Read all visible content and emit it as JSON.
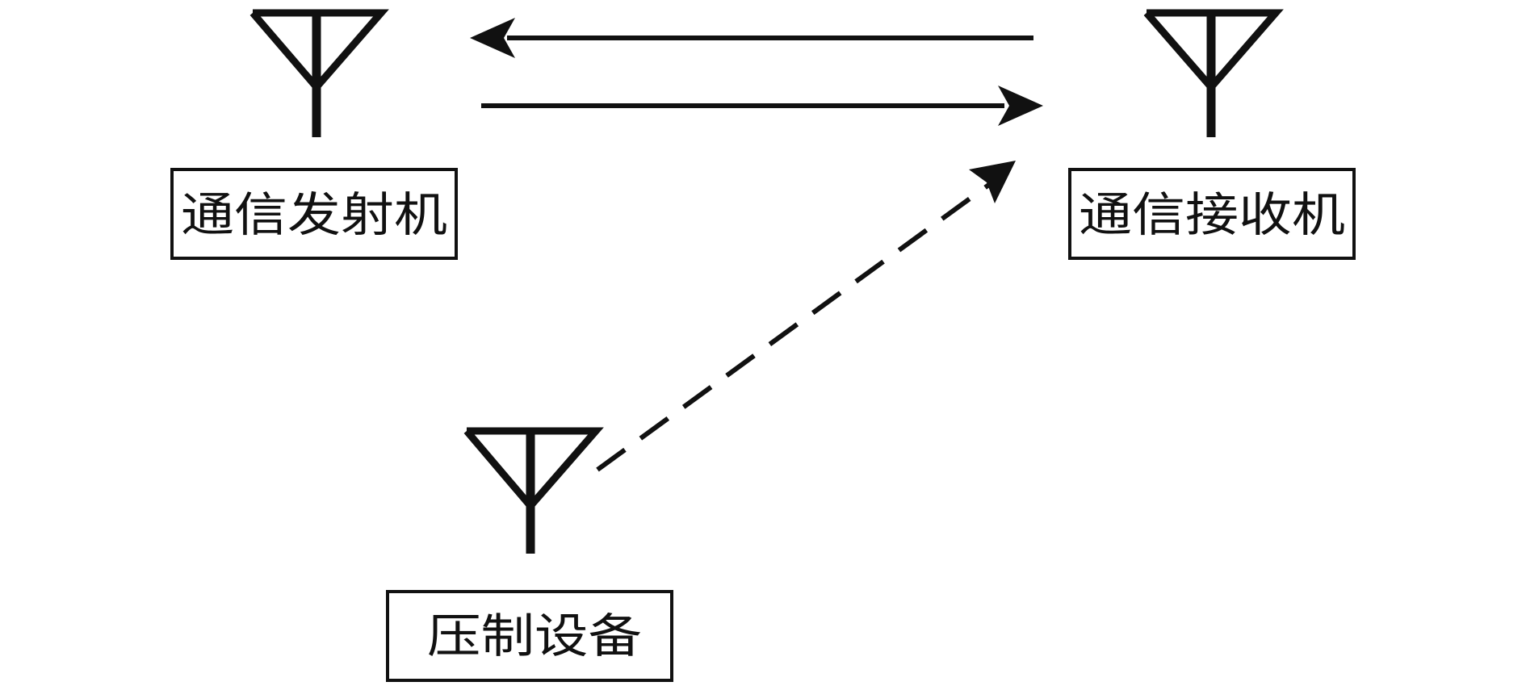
{
  "diagram": {
    "nodes": {
      "transmitter": {
        "label": "通信发射机"
      },
      "receiver": {
        "label": "通信接收机"
      },
      "jammer": {
        "label": "压制设备"
      }
    },
    "colors": {
      "stroke": "#111111",
      "background": "#ffffff"
    },
    "icons": [
      "antenna-icon",
      "antenna-icon",
      "antenna-icon"
    ]
  }
}
